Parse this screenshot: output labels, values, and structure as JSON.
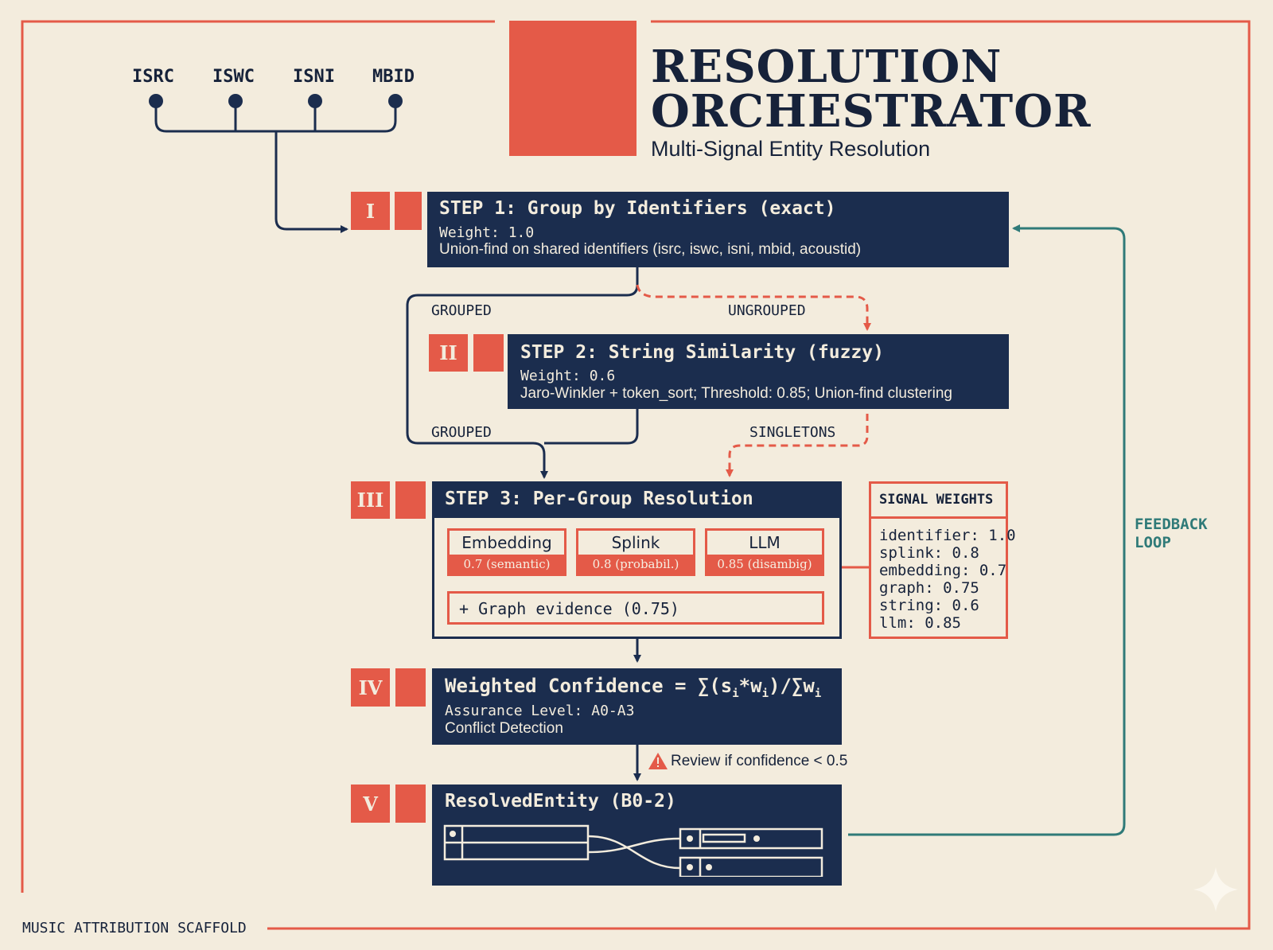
{
  "title": {
    "line1": "RESOLUTION",
    "line2": "ORCHESTRATOR",
    "subtitle": "Multi-Signal Entity Resolution"
  },
  "identifiers": [
    "ISRC",
    "ISWC",
    "ISNI",
    "MBID"
  ],
  "steps": {
    "s1": {
      "numeral": "I",
      "title": "STEP 1: Group by Identifiers (exact)",
      "weight": "Weight: 1.0",
      "desc": "Union-find on shared identifiers (isrc, iswc, isni, mbid, acoustid)"
    },
    "s2": {
      "numeral": "II",
      "title": "STEP 2: String Similarity (fuzzy)",
      "weight": "Weight: 0.6",
      "desc": "Jaro-Winkler + token_sort; Threshold: 0.85; Union-find clustering"
    },
    "s3": {
      "numeral": "III",
      "title": "STEP 3: Per-Group Resolution",
      "methods": [
        {
          "name": "Embedding",
          "value": "0.7 (semantic)"
        },
        {
          "name": "Splink",
          "value": "0.8 (probabil.)"
        },
        {
          "name": "LLM",
          "value": "0.85 (disambig)"
        }
      ],
      "graph": "+ Graph evidence (0.75)"
    },
    "s4": {
      "numeral": "IV",
      "title_prefix": "Weighted Confidence = ∑(s",
      "sub_i": "i",
      "mult": "*w",
      "close": ")/∑w",
      "line1": "Assurance Level: A0-A3",
      "line2": "Conflict Detection"
    },
    "s5": {
      "numeral": "V",
      "title": "ResolvedEntity (B0-2)"
    }
  },
  "flow_labels": {
    "grouped_1": "GROUPED",
    "ungrouped": "UNGROUPED",
    "grouped_2": "GROUPED",
    "singletons": "SINGLETONS",
    "review": "Review if confidence < 0.5",
    "feedback_1": "FEEDBACK",
    "feedback_2": "LOOP"
  },
  "signal_weights": {
    "title": "SIGNAL WEIGHTS",
    "rows": [
      "identifier: 1.0",
      "splink: 0.8",
      "embedding: 0.7",
      "graph: 0.75",
      "string: 0.6",
      "llm: 0.85"
    ]
  },
  "footer": "MUSIC ATTRIBUTION SCAFFOLD",
  "colors": {
    "background": "#f3ecdd",
    "navy": "#1b2d4e",
    "accent_red": "#e45a48",
    "teal": "#2f7a78"
  }
}
